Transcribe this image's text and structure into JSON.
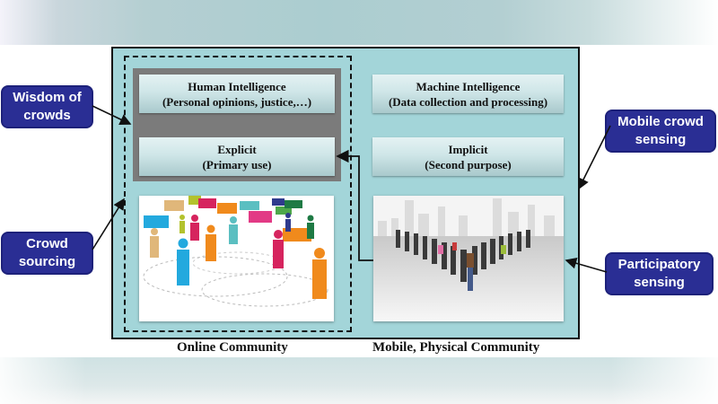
{
  "diagram": {
    "left_column": {
      "human_intelligence": {
        "title": "Human Intelligence",
        "subtitle": "(Personal opinions, justice,…)"
      },
      "explicit": {
        "title": "Explicit",
        "subtitle": "(Primary use)"
      },
      "image": "online-community-network-illustration",
      "label": "Online Community"
    },
    "right_column": {
      "machine_intelligence": {
        "title": "Machine Intelligence",
        "subtitle": "(Data collection and processing)"
      },
      "implicit": {
        "title": "Implicit",
        "subtitle": "(Second purpose)"
      },
      "image": "crowd-of-people-city-illustration",
      "label": "Mobile, Physical Community"
    },
    "callouts": [
      {
        "id": "wisdom",
        "line1": "Wisdom of",
        "line2": "crowds"
      },
      {
        "id": "crowdsourcing",
        "line1": "Crowd",
        "line2": "sourcing"
      },
      {
        "id": "mcs",
        "line1": "Mobile crowd",
        "line2": "sensing"
      },
      {
        "id": "participatory",
        "line1": "Participatory",
        "line2": "sensing"
      }
    ],
    "colors": {
      "panel_fill": "#a3d5d9",
      "gray_group": "#7b7b7b",
      "callout_fill": "#2a2e94",
      "callout_text": "#ffffff",
      "border": "#111111"
    }
  }
}
